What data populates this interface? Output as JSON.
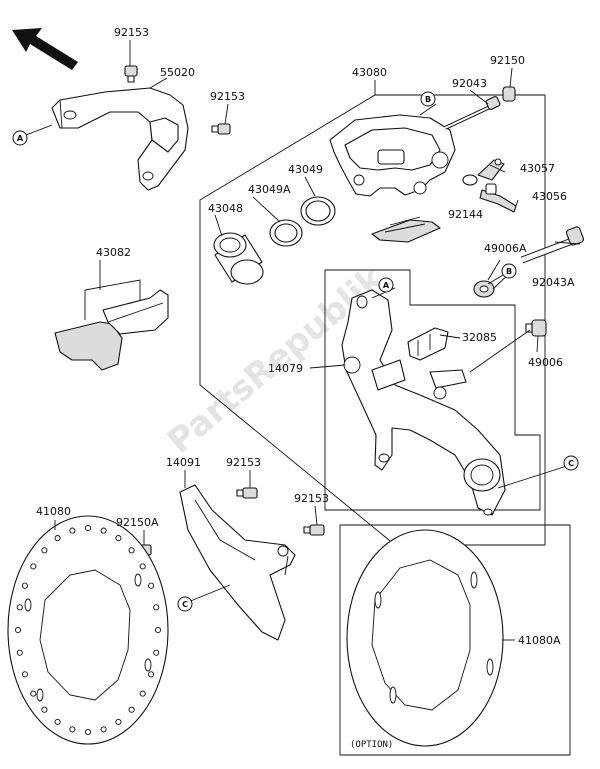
{
  "watermark": "PartsRepublik",
  "option_label": "(OPTION)",
  "parts": {
    "p92153_a": "92153",
    "p55020": "55020",
    "p92153_b": "92153",
    "p43080": "43080",
    "p92150": "92150",
    "p92043": "92043",
    "p43057": "43057",
    "p43056": "43056",
    "p43049": "43049",
    "p43049A": "43049A",
    "p43048": "43048",
    "p92144": "92144",
    "p43082": "43082",
    "p49006A": "49006A",
    "p92043A": "92043A",
    "p32085": "32085",
    "p14079": "14079",
    "p49006": "49006",
    "p14091": "14091",
    "p92153_c": "92153",
    "p92153_d": "92153",
    "p41080": "41080",
    "p92150A": "92150A",
    "p41080A": "41080A"
  },
  "callouts": {
    "a": "A",
    "b": "B",
    "c": "C"
  }
}
